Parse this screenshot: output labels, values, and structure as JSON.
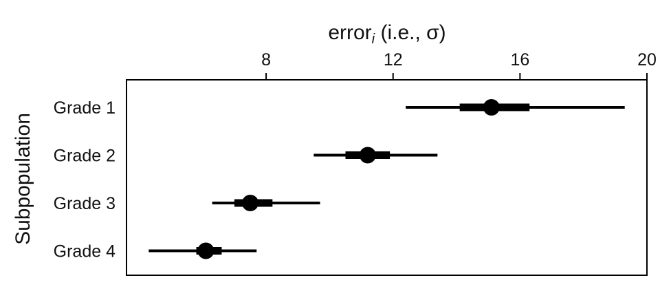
{
  "chart_data": {
    "type": "dot-interval",
    "title": "",
    "xlabel": "error",
    "xlabel_subscript": "i",
    "xlabel_suffix": " (i.e., σ)",
    "ylabel": "Subpopulation",
    "x_axis_position": "top",
    "xlim": [
      3.6,
      20
    ],
    "xticks": [
      8,
      12,
      16,
      20
    ],
    "xtick_labels": [
      "8",
      "12",
      "16",
      "20"
    ],
    "grid": false,
    "categories": [
      "Grade 1",
      "Grade 2",
      "Grade 3",
      "Grade 4"
    ],
    "series": [
      {
        "values": [
          15.1,
          11.2,
          7.5,
          6.1
        ],
        "inner_interval": [
          [
            14.1,
            16.3
          ],
          [
            10.5,
            11.9
          ],
          [
            7.0,
            8.2
          ],
          [
            5.8,
            6.6
          ]
        ],
        "outer_interval": [
          [
            12.4,
            19.3
          ],
          [
            9.5,
            13.4
          ],
          [
            6.3,
            9.7
          ],
          [
            4.3,
            7.7
          ]
        ]
      }
    ],
    "colors": {
      "marks": "#000000",
      "frame": "#000000"
    }
  }
}
